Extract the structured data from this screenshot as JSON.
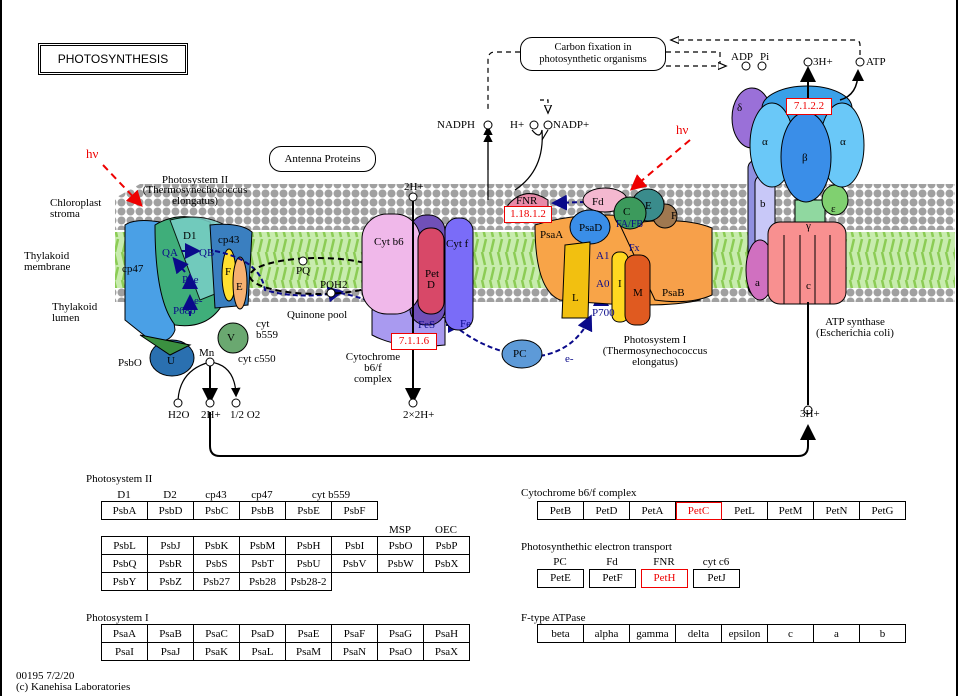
{
  "title": "PHOTOSYNTHESIS",
  "colors": {
    "membrane_heads": "#a0a0a0",
    "membrane_tails": "#9fd36b",
    "highlight": "#e00000",
    "electron_path": "#0a0a8a",
    "light_arrow": "#e00000"
  },
  "diagram": {
    "hv1": "hν",
    "hv2": "hν",
    "stroma": [
      "Chloroplast",
      "stroma"
    ],
    "membrane": [
      "Thylakoid",
      "membrane"
    ],
    "lumen": [
      "Thylakoid",
      "lumen"
    ],
    "antenna": "Antenna Proteins",
    "ps2_title": [
      "Photosystem II",
      "(Thermosynechococcus",
      "elongatus)"
    ],
    "ps2": {
      "cp47": "cp47",
      "d1": "D1",
      "qa": "QA",
      "qb": "QB",
      "cp43": "cp43",
      "f": "F",
      "e": "E",
      "phe": "Phe",
      "eminus": "e-",
      "p680": "P680",
      "u": "U",
      "v": "V",
      "psbo": "PsbO",
      "cytb559": [
        "cyt",
        "b559"
      ],
      "cytc550": "cyt c550",
      "mn": "Mn",
      "h2o": "H2O",
      "h2": "2H+",
      "o2": "1/2 O2"
    },
    "pq": "PQ",
    "pqh2": "PQH2",
    "quinone_pool": "Quinone pool",
    "cyt": {
      "h_top": "2H+",
      "cytb6": "Cyt b6",
      "petd": [
        "Pet",
        "D"
      ],
      "cytf": "Cyt f",
      "fes": "FeS",
      "fe": "Fe",
      "ec": "7.1.1.6",
      "label": [
        "Cytochrome",
        "b6/f",
        "complex"
      ],
      "h_bottom": "2×2H+"
    },
    "pc": "PC",
    "pc_e": "e-",
    "ps1": {
      "fnr": "FNR",
      "ec": "1.18.1.2",
      "fd": "Fd",
      "c": "C",
      "e": "E",
      "f": "F",
      "psaa": "PsaA",
      "psad": "PsaD",
      "fafb": "FA/FB",
      "fx": "Fx",
      "a1": "A1",
      "a0": "A0",
      "p700": "P700",
      "l": "L",
      "i": "I",
      "m": "M",
      "psab": "PsaB",
      "label": [
        "Photosystem I",
        "(Thermosynechococcus",
        "elongatus)"
      ]
    },
    "nadph": "NADPH",
    "hplus": "H+",
    "nadp": "NADP+",
    "carbon_fixation": [
      "Carbon fixation in",
      "photosynthetic organisms"
    ],
    "atp": {
      "adp": "ADP",
      "pi": "Pi",
      "h_top": "3H+",
      "atp": "ATP",
      "ec": "7.1.2.2",
      "delta": "δ",
      "alpha1": "α",
      "beta": "β",
      "alpha2": "α",
      "b": "b",
      "epsilon": "ε",
      "gamma": "γ",
      "a": "a",
      "c": "c",
      "label": [
        "ATP synthase",
        "(Escherichia coli)"
      ],
      "h_bottom": "3H+"
    }
  },
  "tables": {
    "ps2": {
      "title": "Photosystem II",
      "headers1": [
        "D1",
        "D2",
        "cp43",
        "cp47",
        "cyt b559",
        ""
      ],
      "row1": [
        "PsbA",
        "PsbD",
        "PsbC",
        "PsbB",
        "PsbE",
        "PsbF"
      ],
      "headers2": [
        "MSP",
        "OEC"
      ],
      "rows2": [
        [
          "PsbL",
          "PsbJ",
          "PsbK",
          "PsbM",
          "PsbH",
          "PsbI",
          "PsbO",
          "PsbP"
        ],
        [
          "PsbQ",
          "PsbR",
          "PsbS",
          "PsbT",
          "PsbU",
          "PsbV",
          "PsbW",
          "PsbX"
        ],
        [
          "PsbY",
          "PsbZ",
          "Psb27",
          "Psb28",
          "Psb28-2"
        ]
      ]
    },
    "ps1": {
      "title": "Photosystem I",
      "rows": [
        [
          "PsaA",
          "PsaB",
          "PsaC",
          "PsaD",
          "PsaE",
          "PsaF",
          "PsaG",
          "PsaH"
        ],
        [
          "PsaI",
          "PsaJ",
          "PsaK",
          "PsaL",
          "PsaM",
          "PsaN",
          "PsaO",
          "PsaX"
        ]
      ]
    },
    "cyt": {
      "title": "Cytochrome b6/f complex",
      "rows": [
        [
          "PetB",
          "PetD",
          "PetA",
          "PetC",
          "PetL",
          "PetM",
          "PetN",
          "PetG"
        ]
      ],
      "highlighted": [
        "PetC"
      ]
    },
    "pet": {
      "title": "Photosynthethic electron transport",
      "headers": [
        "PC",
        "Fd",
        "FNR",
        "cyt c6"
      ],
      "items": [
        "PetE",
        "PetF",
        "PetH",
        "PetJ"
      ],
      "highlighted": [
        "PetH"
      ]
    },
    "atpase": {
      "title": "F-type ATPase",
      "rows": [
        [
          "beta",
          "alpha",
          "gamma",
          "delta",
          "epsilon",
          "c",
          "a",
          "b"
        ]
      ]
    }
  },
  "footer": {
    "id": "00195 7/2/20",
    "copyright": "(c) Kanehisa Laboratories"
  }
}
